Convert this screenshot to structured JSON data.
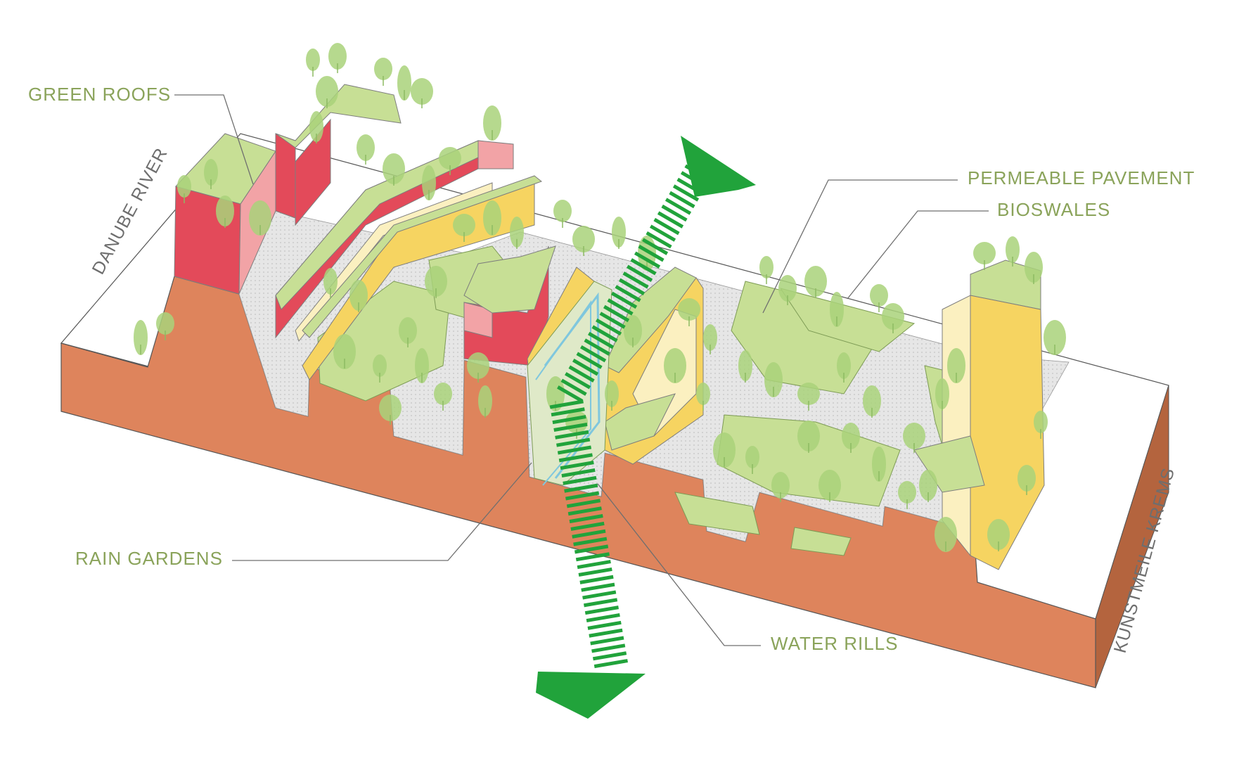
{
  "labels": {
    "green_roofs": "GREEN ROOFS",
    "permeable_pavement": "PERMEABLE PAVEMENT",
    "bioswales": "BIOSWALES",
    "rain_gardens": "RAIN GARDENS",
    "water_rills": "WATER RILLS",
    "danube_river": "DANUBE RIVER",
    "kunstmeile_krems": "KUNSTMEILE KREMS"
  },
  "colors": {
    "label_text": "#8aa35a",
    "side_text": "#6e6e6e",
    "soil_front": "#de845c",
    "soil_side": "#b4643e",
    "ground": "#e3e3e3",
    "grass": "#c7df95",
    "tree": "#a9d27a",
    "building_red": "#e34a5a",
    "building_pink": "#f2a3a6",
    "building_yellow": "#f6d461",
    "building_cream": "#fbf0c0",
    "arrow_green": "#21a33b",
    "water": "#7fc7de"
  },
  "icons": {
    "flow_arrow": "double-headed-green-arrow",
    "trees": "tree-canopy-icons"
  }
}
